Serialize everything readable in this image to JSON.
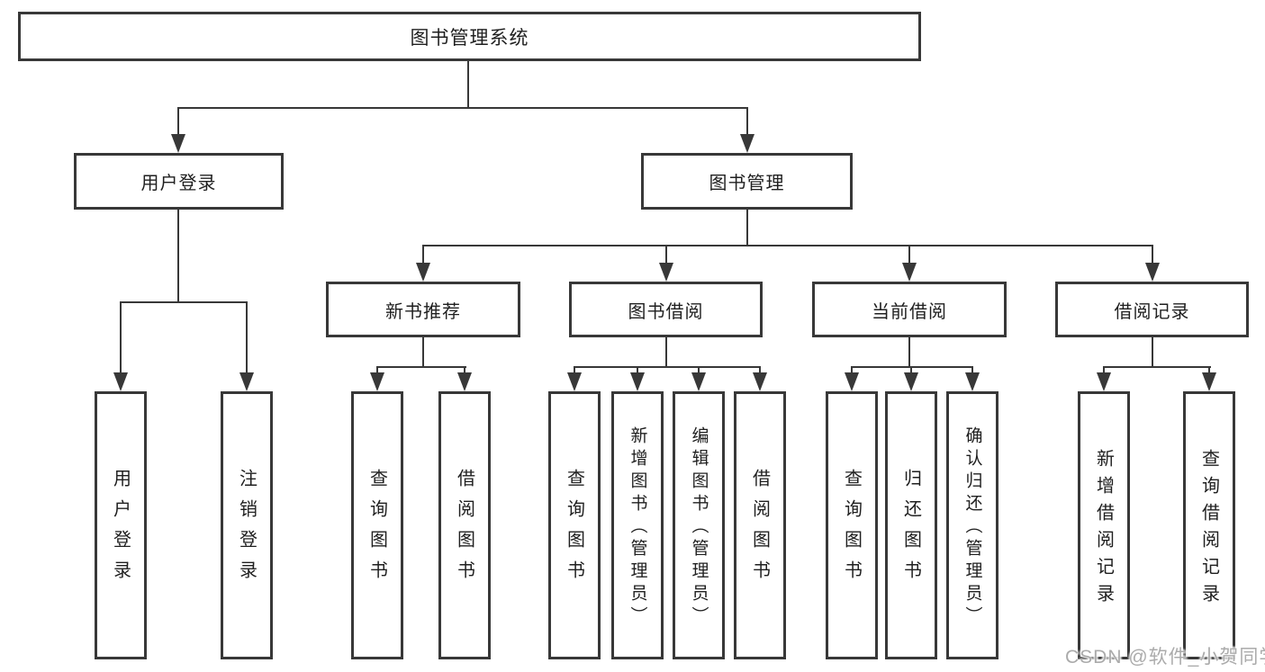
{
  "diagram": {
    "root": {
      "label": "图书管理系统"
    },
    "level2": [
      {
        "label": "用户登录"
      },
      {
        "label": "图书管理"
      }
    ],
    "level3": [
      {
        "label": "新书推荐"
      },
      {
        "label": "图书借阅"
      },
      {
        "label": "当前借阅"
      },
      {
        "label": "借阅记录"
      }
    ],
    "leaves": {
      "user_login": [
        "用户登录",
        "注销登录"
      ],
      "new_book": [
        "查询图书",
        "借阅图书"
      ],
      "book_borrow": [
        "查询图书",
        "新增图书（管理员）",
        "编辑图书（管理员）",
        "借阅图书"
      ],
      "current_borrow": [
        "查询图书",
        "归还图书",
        "确认归还（管理员）"
      ],
      "borrow_record": [
        "新增借阅记录",
        "查询借阅记录"
      ]
    }
  },
  "watermark": {
    "text": "CSDN @软件_小贺同学"
  },
  "colors": {
    "line": "#383838",
    "text": "#1f1f1f",
    "background": "#ffffff",
    "watermark": "#ababab"
  }
}
